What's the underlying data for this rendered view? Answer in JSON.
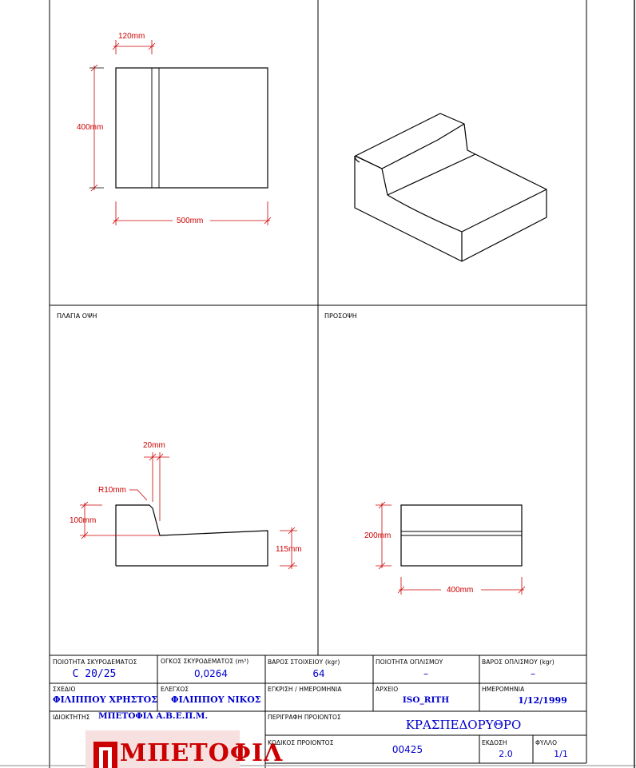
{
  "views": {
    "side_view_title": "ΠΛΑΓΙΑ ΟΨΗ",
    "front_view_title": "ΠΡΟΣΟΨΗ"
  },
  "dimensions": {
    "top_width": "120mm",
    "top_height": "400mm",
    "top_length": "500mm",
    "side_step": "20mm",
    "side_radius": "R10mm",
    "side_left_height": "100mm",
    "side_right_height": "115mm",
    "front_height": "200mm",
    "front_width": "400mm"
  },
  "title_block": {
    "concrete_quality_label": "ΠΟΙΟΤΗΤΑ ΣΚΥΡΟΔΕΜΑΤΟΣ",
    "concrete_quality_value": "C 20/25",
    "concrete_volume_label": "ΟΓΚΟΣ ΣΚΥΡΟΔΕΜΑΤΟΣ (m³)",
    "concrete_volume_value": "0,0264",
    "element_weight_label": "ΒΑΡΟΣ ΣΤΟΙΧΕΙΟΥ (kgr)",
    "element_weight_value": "64",
    "reinforcement_quality_label": "ΠΟΙΟΤΗΤΑ ΟΠΛΙΣΜΟΥ",
    "reinforcement_quality_value": "–",
    "reinforcement_weight_label": "ΒΑΡΟΣ ΟΠΛΙΣΜΟΥ (kgr)",
    "reinforcement_weight_value": "–",
    "drawing_label": "ΣΧΕΔΙΟ",
    "drawing_value": "ΦΙΛΙΠΠΟΥ ΧΡΗΣΤΟΣ",
    "check_label": "ΕΛΕΓΧΟΣ",
    "check_value": "ΦΙΛΙΠΠΟΥ ΝΙΚΟΣ",
    "approval_label": "ΕΓΚΡΙΣΗ / ΗΜΕΡΟΜΗΝΙΑ",
    "file_label": "ΑΡΧΕΙΟ",
    "file_value": "ISO_RITH",
    "date_label": "ΗΜΕΡΟΜΗΝΙΑ",
    "date_value": "1/12/1999",
    "owner_label": "ΙΔΙΟΚΤΗΤΗΣ",
    "owner_value": "ΜΠΕΤΟΦΙΛ Α.Β.Ε.Π.Μ.",
    "description_label": "ΠΕΡΙΓΡΑΦΗ ΠΡΟΙΟΝΤΟΣ",
    "description_value": "ΚΡΑΣΠΕΔΟΡΥΘΡΟ",
    "product_code_label": "ΚΩΔΙΚΟΣ ΠΡΟΙΟΝΤΟΣ",
    "product_code_value": "00425",
    "edition_label": "ΕΚΔΟΣΗ",
    "edition_value": "2.0",
    "sheet_label": "ΦΥΛΛΟ",
    "sheet_value": "1/1",
    "logo_text": "ΜΠΕΤΟΦΙΛ"
  },
  "colors": {
    "dimension": "#cc0000",
    "value": "#0000cc",
    "logo": "#cc0000"
  }
}
